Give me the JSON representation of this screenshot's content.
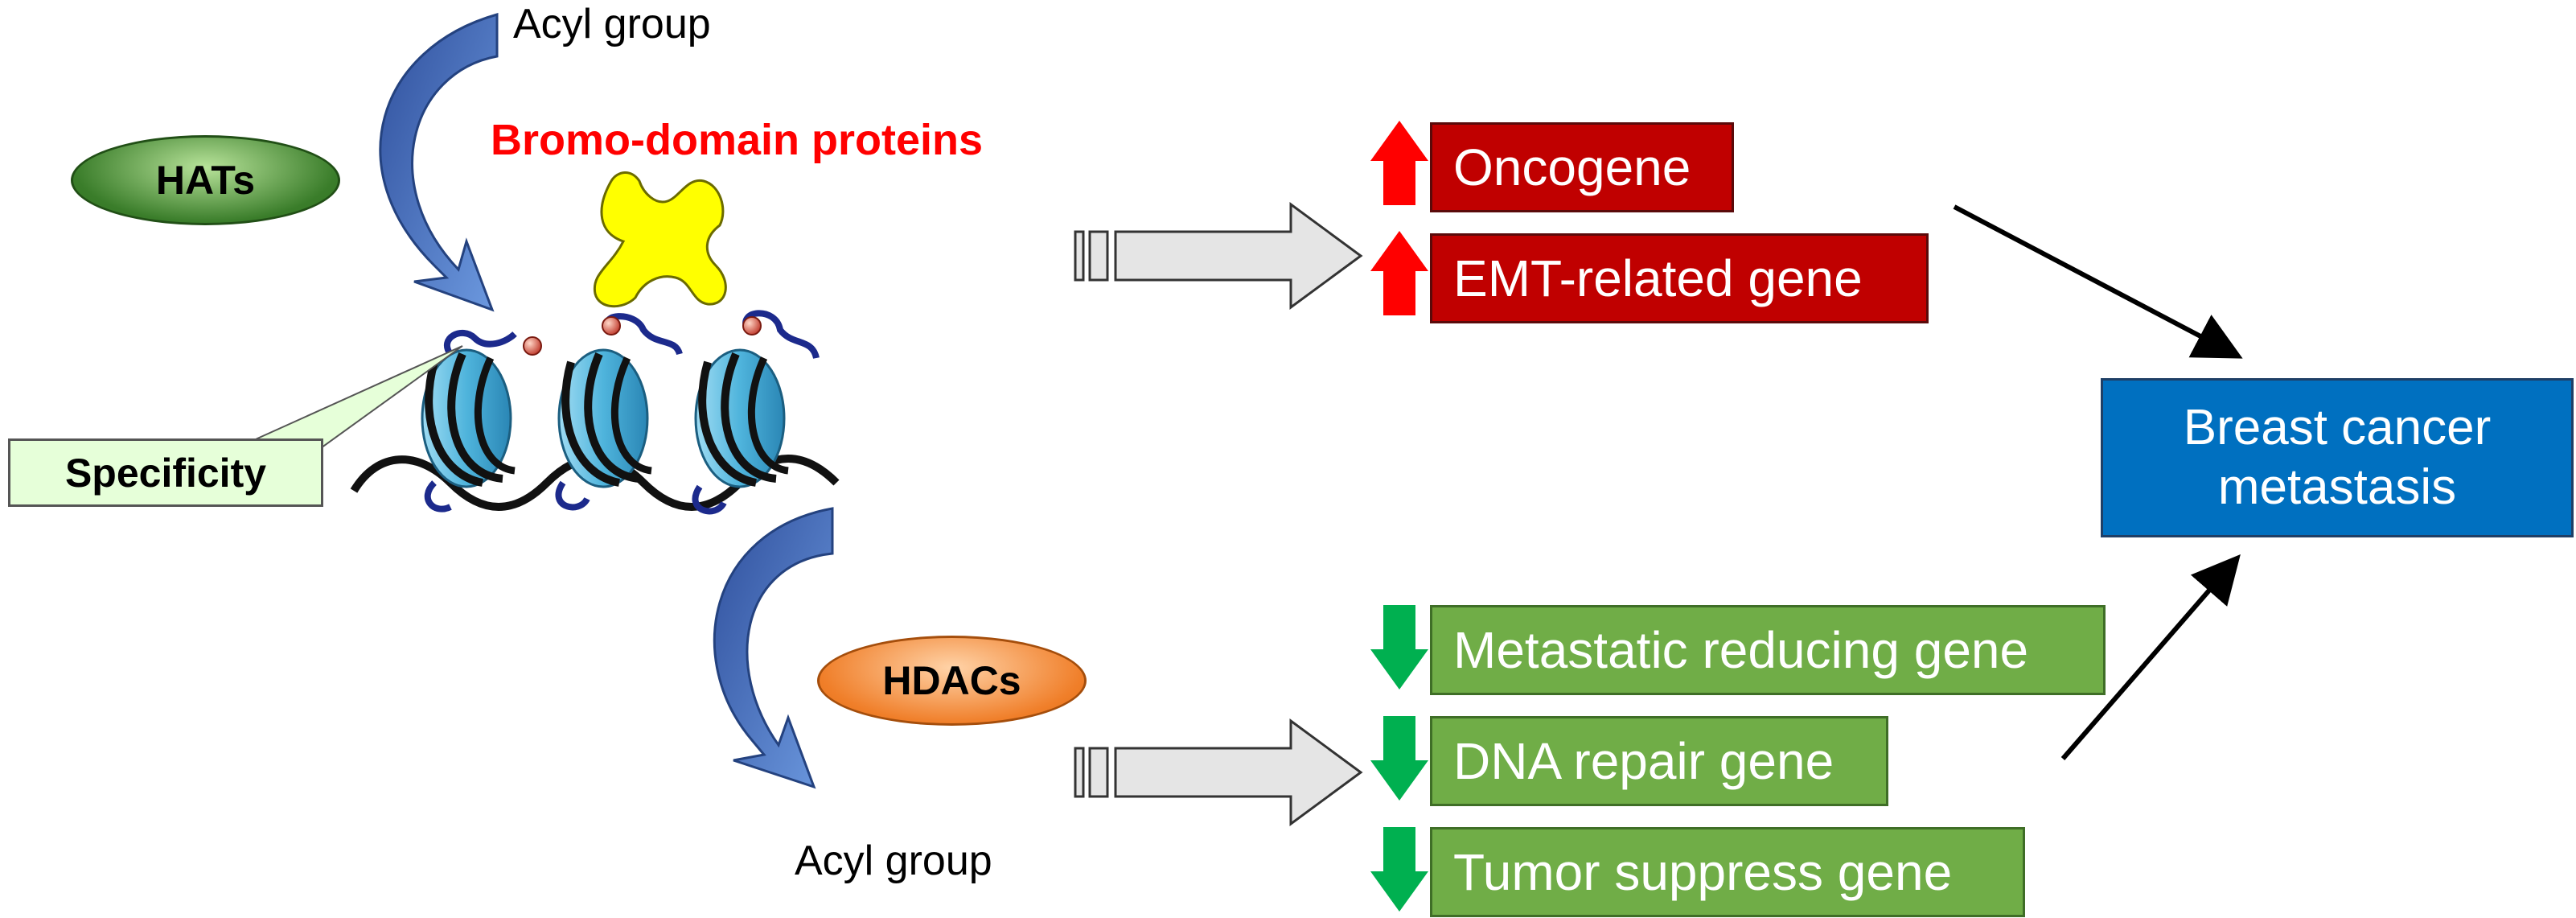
{
  "labels": {
    "acyl_top": "Acyl group",
    "acyl_bottom": "Acyl group",
    "hats": "HATs",
    "hdacs": "HDACs",
    "bromo": "Bromo-domain proteins",
    "specificity": "Specificity"
  },
  "upregulated_genes": [
    "Oncogene",
    "EMT-related gene"
  ],
  "downregulated_genes": [
    "Metastatic reducing gene",
    "DNA repair gene",
    "Tumor suppress gene"
  ],
  "outcome": {
    "line1": "Breast cancer",
    "line2": "metastasis"
  },
  "colors": {
    "up_arrow": "#ff0000",
    "down_arrow": "#00b050",
    "up_box": "#c00000",
    "down_box": "#70ad47",
    "outcome_box": "#0070c0",
    "hats_fill": "#3a7d2a",
    "hdacs_fill": "#f07f2a",
    "bromo_title": "#ff0000",
    "bromo_protein": "#ffff00",
    "curved_arrow": "#3d66b5",
    "specificity_fill": "#e6ffd9",
    "nucleosome": "#5fbde0",
    "histone_tail": "#1c2a8c"
  }
}
